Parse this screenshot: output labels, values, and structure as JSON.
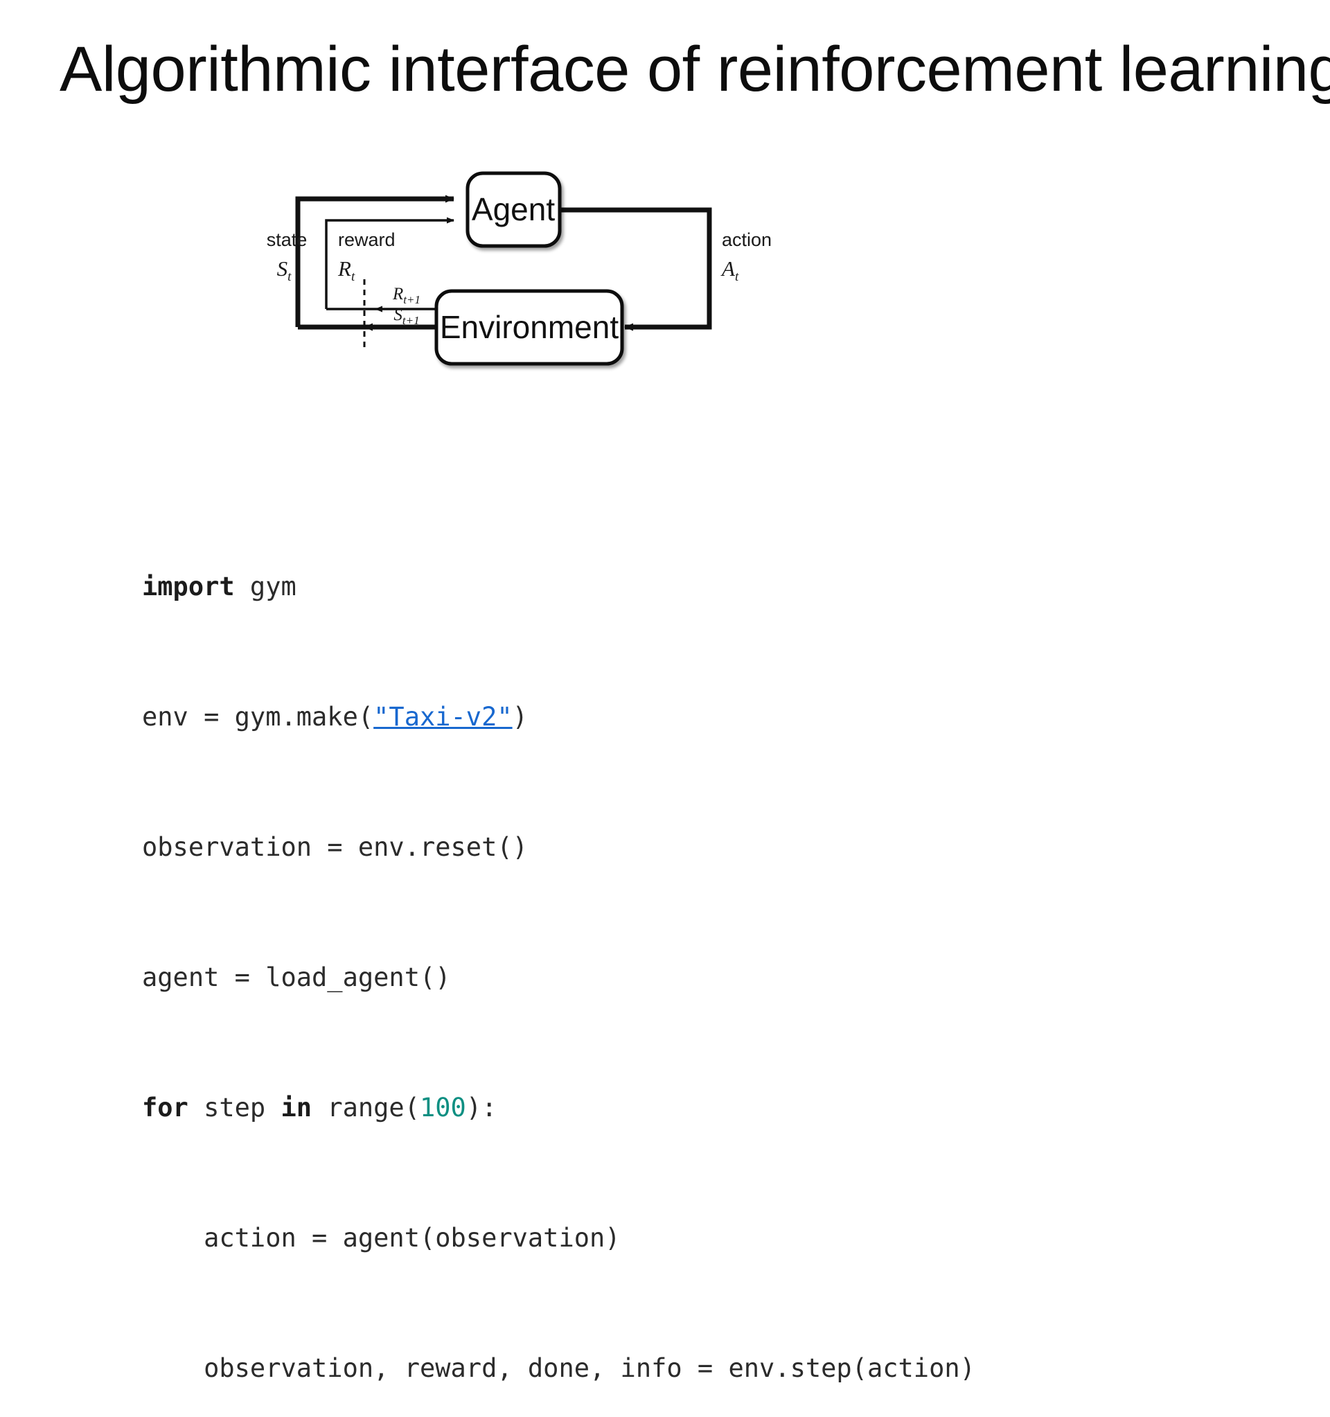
{
  "slide": {
    "title": "Algorithmic interface of reinforcement learning"
  },
  "diagram": {
    "name": "agent-environment-loop",
    "nodes": {
      "agent": "Agent",
      "environment": "Environment"
    },
    "edge_labels": {
      "state_word": "state",
      "state_symbol": "S",
      "state_sub": "t",
      "reward_word": "reward",
      "reward_symbol": "R",
      "reward_sub": "t",
      "action_word": "action",
      "action_symbol": "A",
      "action_sub": "t",
      "reward_next_symbol": "R",
      "reward_next_sub": "t+1",
      "state_next_symbol": "S",
      "state_next_sub": "t+1"
    },
    "stroke_color": "#111111"
  },
  "code": {
    "language": "python",
    "link_color": "#1868cf",
    "number_color": "#0e8f82",
    "keyword_color": "#1c1c1c",
    "lines": [
      {
        "id": "line-1",
        "text": "import gym"
      },
      {
        "id": "line-2",
        "text": "env = gym.make(\"Taxi-v2\")"
      },
      {
        "id": "line-3",
        "text": "observation = env.reset()"
      },
      {
        "id": "line-4",
        "text": "agent = load_agent()"
      },
      {
        "id": "line-5",
        "text": "for step in range(100):"
      },
      {
        "id": "line-6",
        "text": "    action = agent(observation)"
      },
      {
        "id": "line-7",
        "text": "    observation, reward, done, info = env.step(action)"
      }
    ],
    "tokens": {
      "import_kw": "import",
      "gym_mod": " gym",
      "line2_pre": "env = gym.make(",
      "link_text": "\"Taxi-v2\"",
      "line2_post": ")",
      "line3": "observation = env.reset()",
      "line4": "agent = load_agent()",
      "for_kw": "for",
      "step_var": " step ",
      "in_kw": "in",
      "range_open": " range(",
      "range_num": "100",
      "range_close": "):",
      "line6": "    action = agent(observation)",
      "line7": "    observation, reward, done, info = env.step(action)"
    }
  }
}
